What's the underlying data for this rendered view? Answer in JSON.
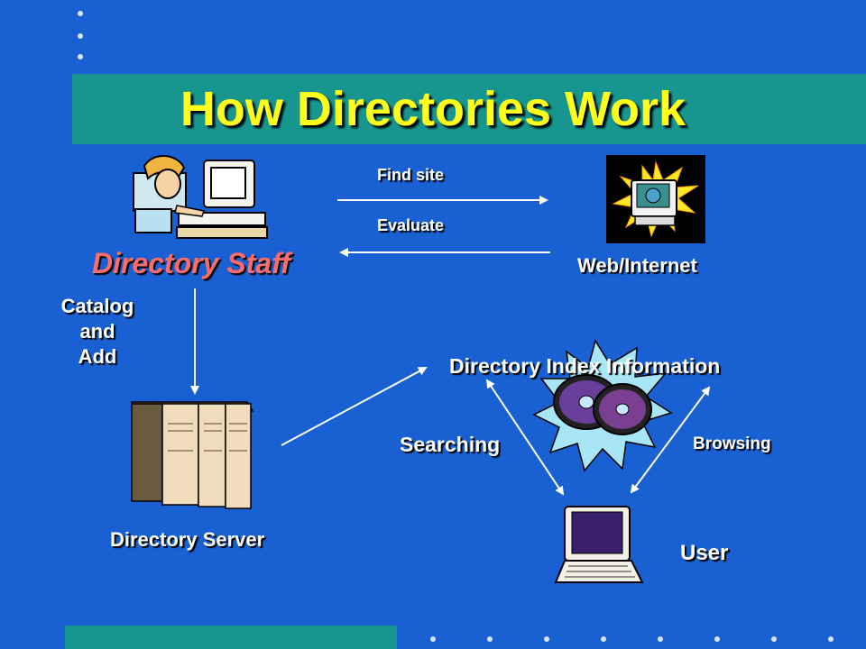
{
  "title": "How Directories Work",
  "labels": {
    "directory_staff": "Directory Staff",
    "web_internet": "Web/Internet",
    "find_site": "Find site",
    "evaluate": "Evaluate",
    "catalog": "Catalog",
    "and": "and",
    "add": "Add",
    "directory_index": "Directory Index Information",
    "searching": "Searching",
    "browsing": "Browsing",
    "directory_server": "Directory Server",
    "user": "User"
  },
  "colors": {
    "background": "#1960d2",
    "band": "#17968f",
    "title": "#ffff1a",
    "staff_label": "#ff6b6b"
  },
  "icons": [
    "staff-computer-icon",
    "web-monitor-icon",
    "server-rack-icon",
    "cd-disc-icon",
    "user-laptop-icon"
  ]
}
